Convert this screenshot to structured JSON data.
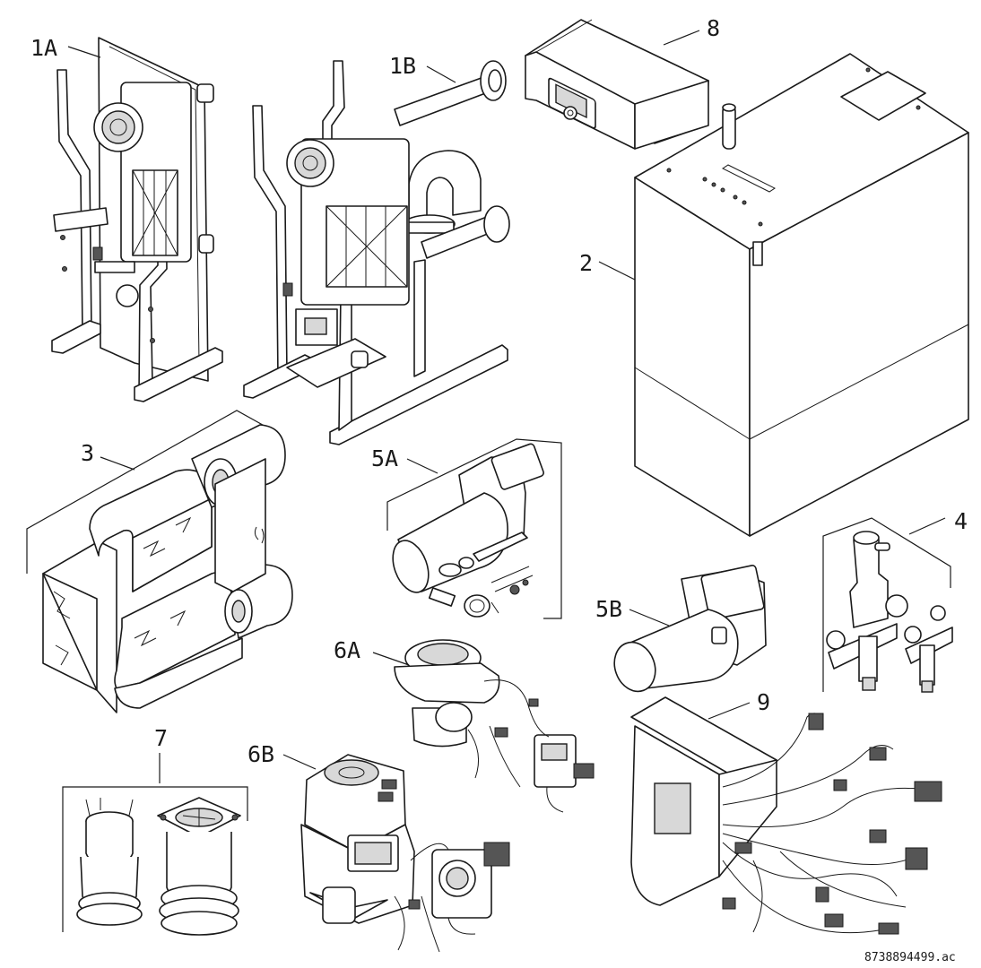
{
  "parts": [
    {
      "id": "1A",
      "label": "1A",
      "icon": "boiler-block-frame-icon"
    },
    {
      "id": "1B",
      "label": "1B",
      "icon": "boiler-block-with-flue-icon"
    },
    {
      "id": "2",
      "label": "2",
      "icon": "boiler-casing-icon"
    },
    {
      "id": "3",
      "label": "3",
      "icon": "insulation-set-icon"
    },
    {
      "id": "4",
      "label": "4",
      "icon": "safety-valve-group-icon"
    },
    {
      "id": "5A",
      "label": "5A",
      "icon": "burner-tube-small-icon"
    },
    {
      "id": "5B",
      "label": "5B",
      "icon": "burner-tube-large-icon"
    },
    {
      "id": "6A",
      "label": "6A",
      "icon": "fan-gas-valve-small-icon"
    },
    {
      "id": "6B",
      "label": "6B",
      "icon": "fan-gas-valve-large-icon"
    },
    {
      "id": "7",
      "label": "7",
      "icon": "air-intake-adapter-icon"
    },
    {
      "id": "8",
      "label": "8",
      "icon": "control-box-wiring-icon"
    },
    {
      "id": "9",
      "label": "9",
      "icon": "control-unit-icon"
    }
  ],
  "drawing_code": "8738894499.ac"
}
